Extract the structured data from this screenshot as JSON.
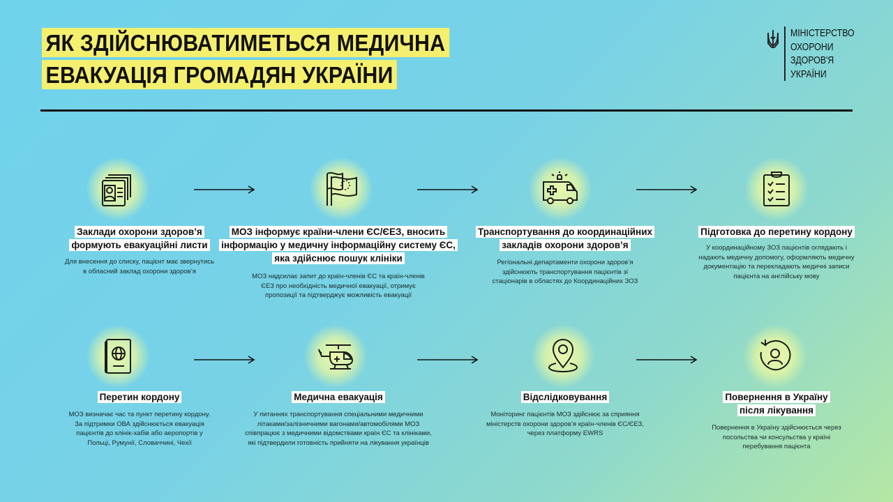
{
  "header": {
    "title_line1": "ЯК ЗДІЙСНЮВАТИМЕТЬСЯ МЕДИЧНА",
    "title_line2": "ЕВАКУАЦІЯ ГРОМАДЯН УКРАЇНИ",
    "ministry": [
      "МІНІСТЕРСТВО",
      "ОХОРОНИ",
      "ЗДОРОВ'Я",
      "УКРАЇНИ"
    ]
  },
  "colors": {
    "highlight": "#f5ef6e",
    "ink": "#111111",
    "icon_glow": "#eef8a8"
  },
  "steps": [
    {
      "icon": "id-card-icon",
      "title": "Заклади охорони здоров’я формують евакуаційні листи",
      "title_lines": [
        "Заклади охорони здоров’я",
        "формують евакуаційні листи"
      ],
      "desc_lines": [
        "Для внесення до списку,  пацієнт має звернутись",
        "в обласний заклад охорони здоров’я"
      ]
    },
    {
      "icon": "eu-flag-icon",
      "title_lines": [
        "МОЗ інформує країни-члени ЄС/ЄЕЗ, вносить",
        "інформацію у медичну інформаційну систему ЄС,",
        "яка здійснює пошук клініки"
      ],
      "desc_lines": [
        "МОЗ надсилає запит до країн-членів ЄС та країн-членів",
        "ЄЕЗ про необхідність медичної евакуації, отримує",
        "пропозиції та підтверджує можливість евакуації"
      ]
    },
    {
      "icon": "ambulance-icon",
      "title_lines": [
        "Транспортування до координаційних",
        "закладів охорони здоров’я"
      ],
      "desc_lines": [
        "Регіональні департаменти охорони здоров’я",
        "здійснюють транспортування пацієнтів зі",
        "стаціонарів в областях до Координаційних ЗОЗ"
      ]
    },
    {
      "icon": "clipboard-icon",
      "title_lines": [
        "Підготовка до перетину кордону"
      ],
      "desc_lines": [
        "У координаційному ЗОЗ пацієнтів оглядають і",
        "надають медичну допомогу, оформляють медичну",
        "документацію та перекладають медичні записи",
        "пацієнта на англійську мову"
      ]
    },
    {
      "icon": "passport-icon",
      "title_lines": [
        "Перетин кордону"
      ],
      "desc_lines": [
        "МОЗ визначає час та пункт перетину кордону.",
        "За підтримки ОВА здійснюється евакуація",
        "пацієнтів до клінік-хабів або аеропортів у",
        "Польці, Румунії, Словаччині, Чехії"
      ]
    },
    {
      "icon": "helicopter-icon",
      "title_lines": [
        "Медична евакуація"
      ],
      "desc_lines": [
        "У питаннях транспортування спеціальними медичними",
        "літаками/залізничними  вагонами/автомобілями МОЗ",
        "співпрацює з медичними відомствами країн ЄС та клініками,",
        "які підтвердили готовність прийняти на лікування українців"
      ]
    },
    {
      "icon": "location-pin-icon",
      "title_lines": [
        "Відслідковування"
      ],
      "desc_lines": [
        "Моніторинг пацієнтів МОЗ здійснює за сприяння",
        "міністерств охорони здоров’я країн-членів ЄС/ЄЕЗ,",
        "через платформу EWRS"
      ]
    },
    {
      "icon": "return-person-icon",
      "title_lines": [
        "Повернення в Україну",
        "після лікування"
      ],
      "desc_lines": [
        "Повернення в Україну здійснюється через",
        "посольства чи консульства у країні",
        "перебування пацієнта"
      ]
    }
  ]
}
